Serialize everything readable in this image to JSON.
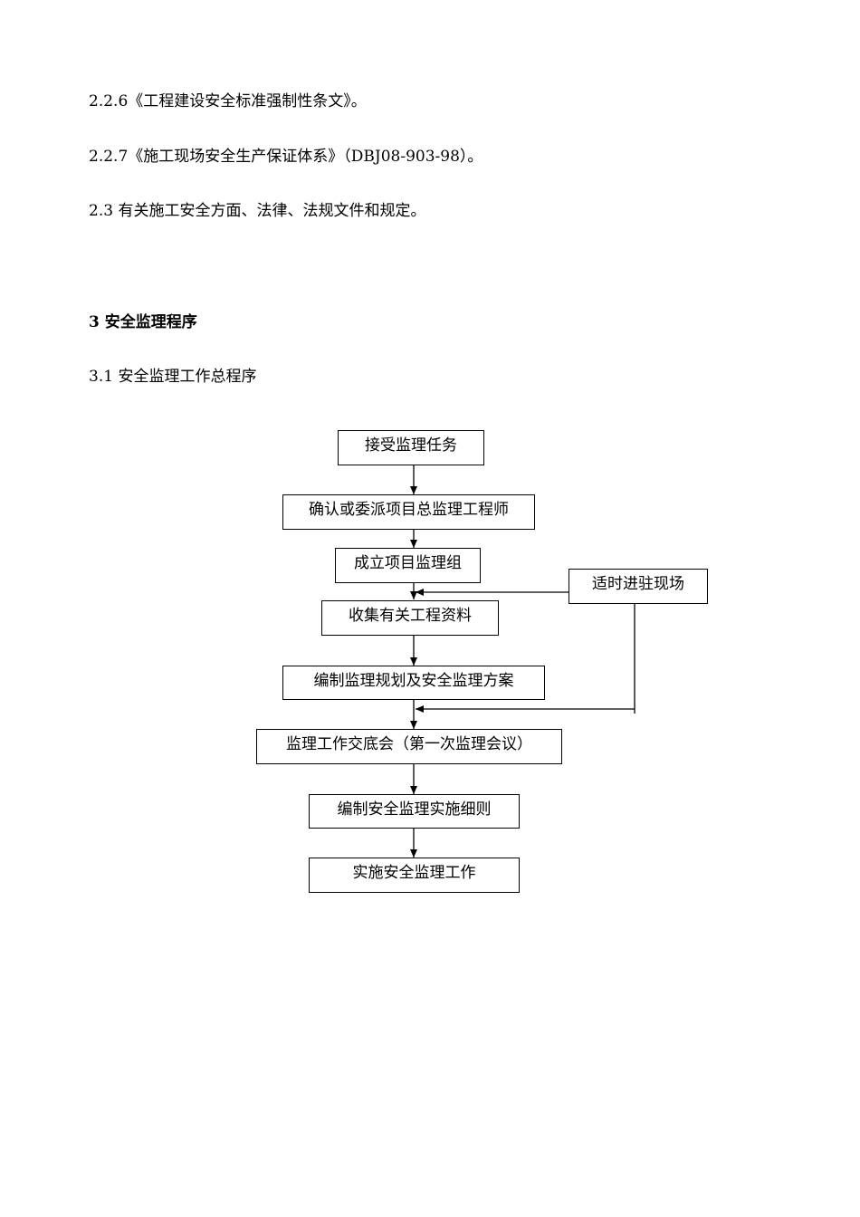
{
  "paragraphs": {
    "p226": "2.2.6《工程建设安全标准强制性条文》。",
    "p227": "2.2.7《施工现场安全生产保证体系》（DBJ08-903-98）。",
    "p23": "2.3  有关施工安全方面、法律、法规文件和规定。",
    "h3": "3   安全监理程序",
    "p31": "3.1 安全监理工作总程序"
  },
  "flowchart": {
    "steps": [
      "接受监理任务",
      "确认或委派项目总监理工程师",
      "成立项目监理组",
      "收集有关工程资料",
      "编制监理规划及安全监理方案",
      "监理工作交底会（第一次监理会议）",
      "编制安全监理实施细则",
      "实施安全监理工作"
    ],
    "side_step": "适时进驻现场"
  }
}
